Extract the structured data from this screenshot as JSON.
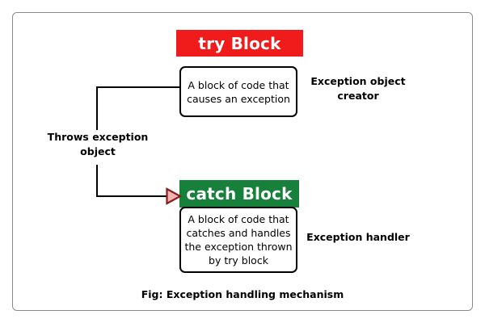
{
  "figure": {
    "caption": "Fig: Exception handling mechanism",
    "border_color": "#8a8a8a",
    "background": "#ffffff"
  },
  "blocks": [
    {
      "id": "try",
      "header_label": "try Block",
      "header_color": "#f01c1c",
      "header_text_color": "#ffffff",
      "body_lines": [
        "A block of code that",
        "causes an exception"
      ],
      "side_label_lines": [
        "Exception object",
        "creator"
      ]
    },
    {
      "id": "catch",
      "header_label": "catch Block",
      "header_color": "#17803a",
      "header_text_color": "#ffffff",
      "body_lines": [
        "A block of code that",
        "catches and handles",
        "the exception thrown",
        "by try block"
      ],
      "side_label_lines": [
        "Exception handler"
      ]
    }
  ],
  "connector": {
    "label_lines": [
      "Throws exception",
      "object"
    ],
    "line_color": "#000000",
    "arrowhead_stroke": "#8b1a1a",
    "arrowhead_fill": "#f2b3b3",
    "direction": "try-to-catch"
  }
}
